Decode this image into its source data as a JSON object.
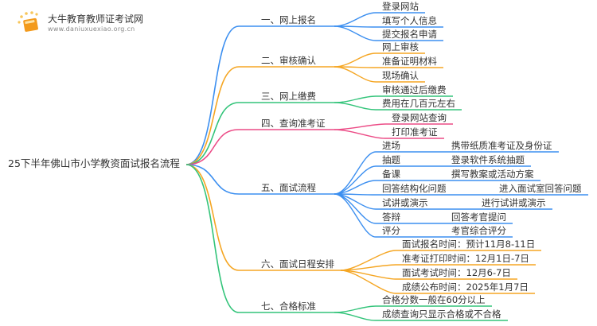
{
  "logo": {
    "name": "大牛教育教师证考试网",
    "url": "www.daniuxuexiao.org.cn"
  },
  "root": "25下半年佛山市小学教资面试报名流程",
  "colors": {
    "blue": "#3c8ff0",
    "orange": "#f5a623",
    "green": "#33c47a",
    "pink": "#ec4b86"
  },
  "branches": [
    {
      "label": "一、网上报名",
      "color": "blue",
      "children": [
        {
          "label": "登录网站"
        },
        {
          "label": "填写个人信息"
        },
        {
          "label": "提交报名申请"
        }
      ]
    },
    {
      "label": "二、审核确认",
      "color": "orange",
      "children": [
        {
          "label": "网上审核"
        },
        {
          "label": "准备证明材料"
        },
        {
          "label": "现场确认"
        }
      ]
    },
    {
      "label": "三、网上缴费",
      "color": "green",
      "children": [
        {
          "label": "审核通过后缴费"
        },
        {
          "label": "费用在几百元左右"
        }
      ]
    },
    {
      "label": "四、查询准考证",
      "color": "pink",
      "children": [
        {
          "label": "登录网站查询"
        },
        {
          "label": "打印准考证"
        }
      ]
    },
    {
      "label": "五、面试流程",
      "color": "blue",
      "children": [
        {
          "label": "进场",
          "detail": "携带纸质准考证及身份证"
        },
        {
          "label": "抽题",
          "detail": "登录软件系统抽题"
        },
        {
          "label": "备课",
          "detail": "撰写教案或活动方案"
        },
        {
          "label": "回答结构化问题",
          "detail": "进入面试室回答问题"
        },
        {
          "label": "试讲或演示",
          "detail": "进行试讲或演示"
        },
        {
          "label": "答辩",
          "detail": "回答考官提问"
        },
        {
          "label": "评分",
          "detail": "考官综合评分"
        }
      ]
    },
    {
      "label": "六、面试日程安排",
      "color": "orange",
      "children": [
        {
          "label": "面试报名时间：预计11月8-11日"
        },
        {
          "label": "准考证打印时间：12月1日-7日"
        },
        {
          "label": "面试考试时间：12月6-7日"
        },
        {
          "label": "成绩公布时间：2025年1月7日"
        }
      ]
    },
    {
      "label": "七、合格标准",
      "color": "green",
      "children": [
        {
          "label": "合格分数一般在60分以上"
        },
        {
          "label": "成绩查询只显示合格或不合格"
        }
      ]
    }
  ]
}
